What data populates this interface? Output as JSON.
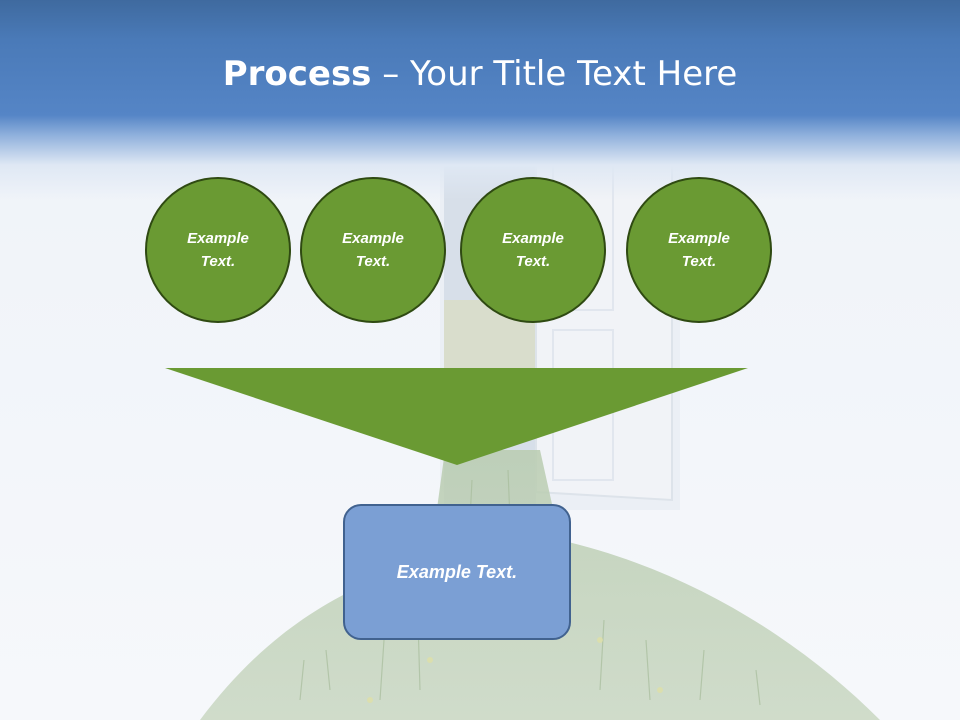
{
  "slide": {
    "title_bold": "Process",
    "title_rest": " – Your Title Text Here"
  },
  "process": {
    "steps": [
      {
        "line1": "Example",
        "line2": "Text."
      },
      {
        "line1": "Example",
        "line2": "Text."
      },
      {
        "line1": "Example",
        "line2": "Text."
      },
      {
        "line1": "Example",
        "line2": "Text."
      }
    ],
    "result": "Example Text."
  },
  "colors": {
    "title_band": "#4a7ab8",
    "circle_fill": "#6a9a33",
    "circle_border": "#2f4a12",
    "funnel_fill": "#6a9a33",
    "result_fill": "#7b9fd4",
    "result_border": "#41628f"
  },
  "background": {
    "icon": "door-on-grass-photo"
  }
}
